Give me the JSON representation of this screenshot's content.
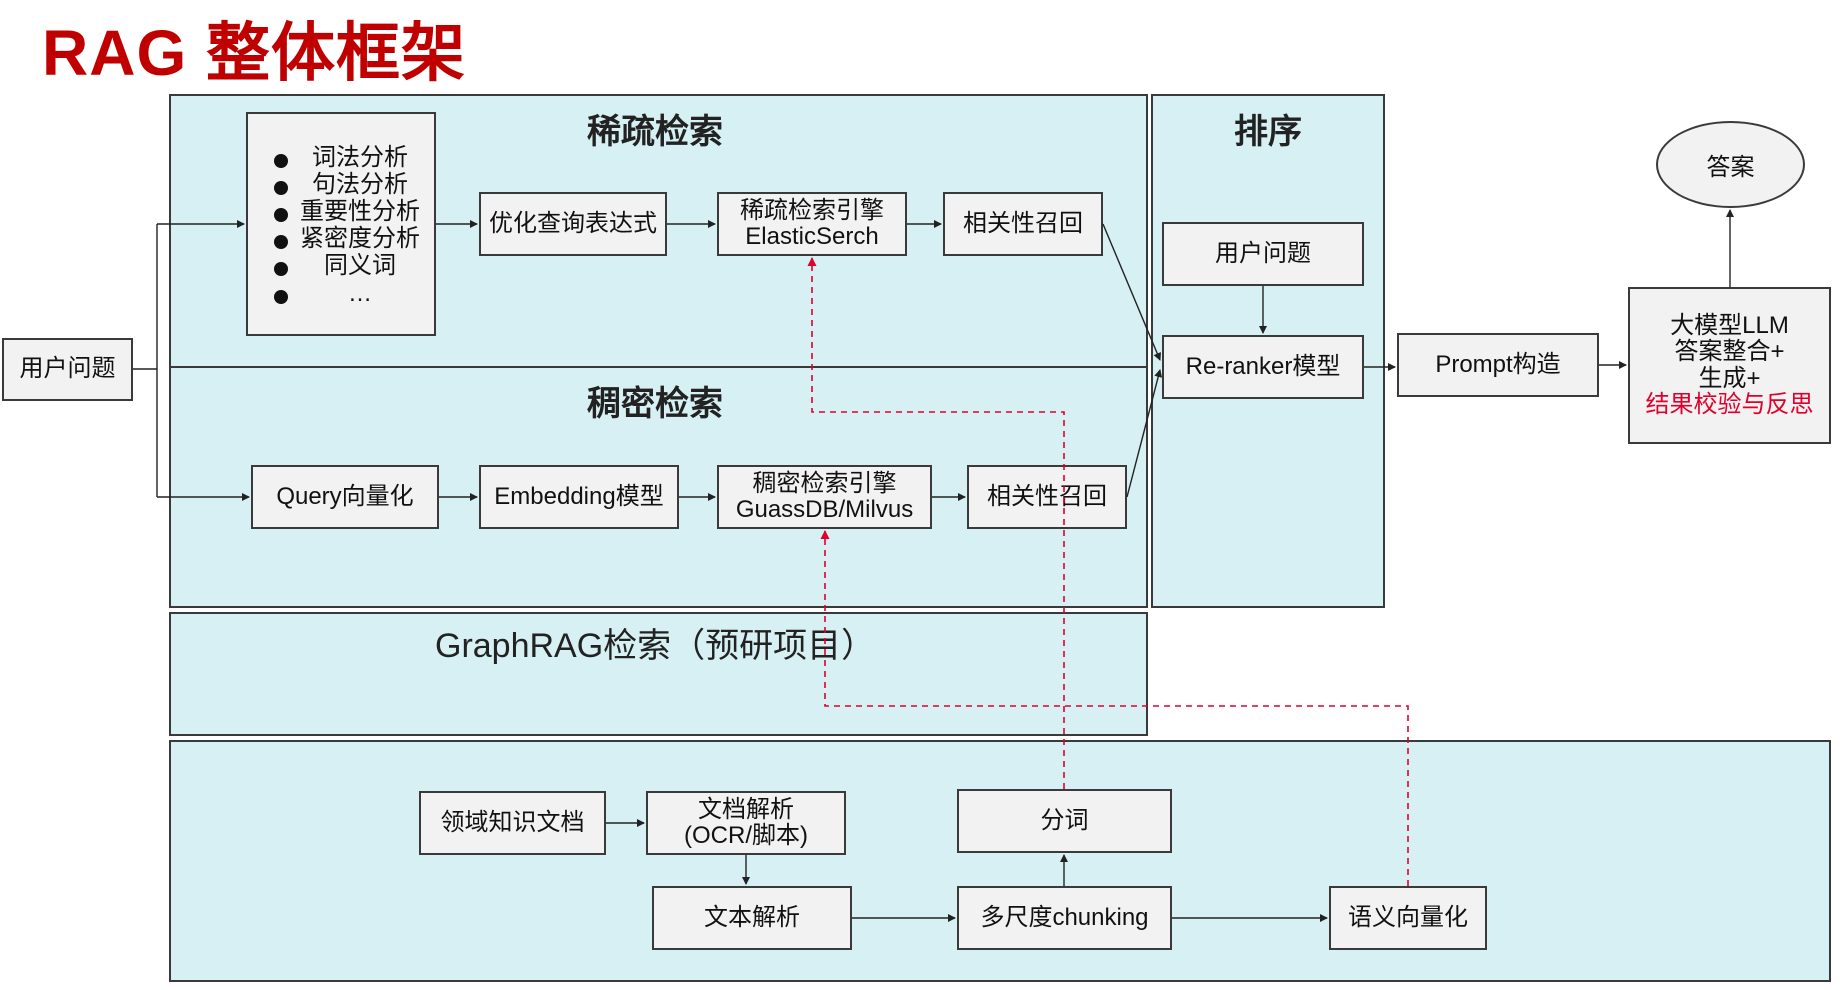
{
  "title": "RAG 整体框架",
  "sections": {
    "sparse": "稀疏检索",
    "dense": "稠密检索",
    "rank": "排序",
    "graph": "GraphRAG检索（预研项目）"
  },
  "user_question": "用户问题",
  "sparse": {
    "analysis_items": [
      "词法分析",
      "句法分析",
      "重要性分析",
      "紧密度分析",
      "同义词",
      "…"
    ],
    "optimize": "优化查询表达式",
    "engine_line1": "稀疏检索引擎",
    "engine_line2": "ElasticSerch",
    "recall": "相关性召回"
  },
  "dense": {
    "query_vec": "Query向量化",
    "embedding": "Embedding模型",
    "engine_line1": "稠密检索引擎",
    "engine_line2": "GuassDB/Milvus",
    "recall": "相关性召回"
  },
  "rank": {
    "user_question": "用户问题",
    "reranker": "Re-ranker模型"
  },
  "prompt": "Prompt构造",
  "llm": {
    "line1": "大模型LLM",
    "line2": "答案整合+",
    "line3": "生成+",
    "line4": "结果校验与反思"
  },
  "answer": "答案",
  "ingest": {
    "domain_docs": "领域知识文档",
    "doc_parse_line1": "文档解析",
    "doc_parse_line2": "(OCR/脚本)",
    "text_parse": "文本解析",
    "chunking": "多尺度chunking",
    "tokenize": "分词",
    "semantic_vec": "语义向量化"
  },
  "colors": {
    "title": "#c00000",
    "panel": "#d6f0f3",
    "box": "#f2f2f2",
    "border": "#3a3a3a",
    "dashed": "#e0002a",
    "highlight": "#e0002a"
  }
}
